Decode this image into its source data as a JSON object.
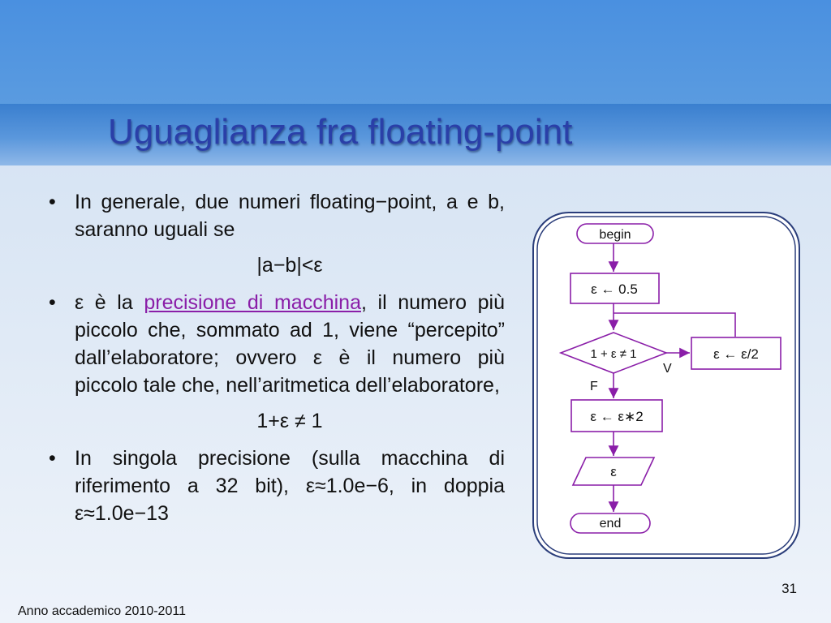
{
  "title": "Uguaglianza fra floating-point",
  "bullets": {
    "b1": "In generale, due numeri floating−point, a e b, saranno uguali se",
    "f1": "|a−b|<ε",
    "b2_pre": "ε è la ",
    "b2_hl": "precisione di macchina",
    "b2_post": ", il numero più piccolo che, sommato ad 1, viene “percepito” dall’elaboratore; ovvero ε è il numero più piccolo tale che, nell’aritmetica dell’elaboratore,",
    "f2": "1+ε ≠ 1",
    "b3": "In singola precisione (sulla macchina di riferimento a 32 bit), ε≈1.0e−6, in doppia ε≈1.0e−13"
  },
  "flowchart": {
    "begin": "begin",
    "init": "ε ← 0.5",
    "cond": "1 + ε ≠ 1",
    "true_label": "V",
    "false_label": "F",
    "halve": "ε ← ε/2",
    "double": "ε ← ε∗2",
    "output": "ε",
    "end": "end"
  },
  "page_number": "31",
  "footer": "Anno accademico 2010-2011",
  "colors": {
    "title": "#2a3fa8",
    "highlight": "#8a1ea8",
    "flow_stroke": "#8a1ea8"
  }
}
